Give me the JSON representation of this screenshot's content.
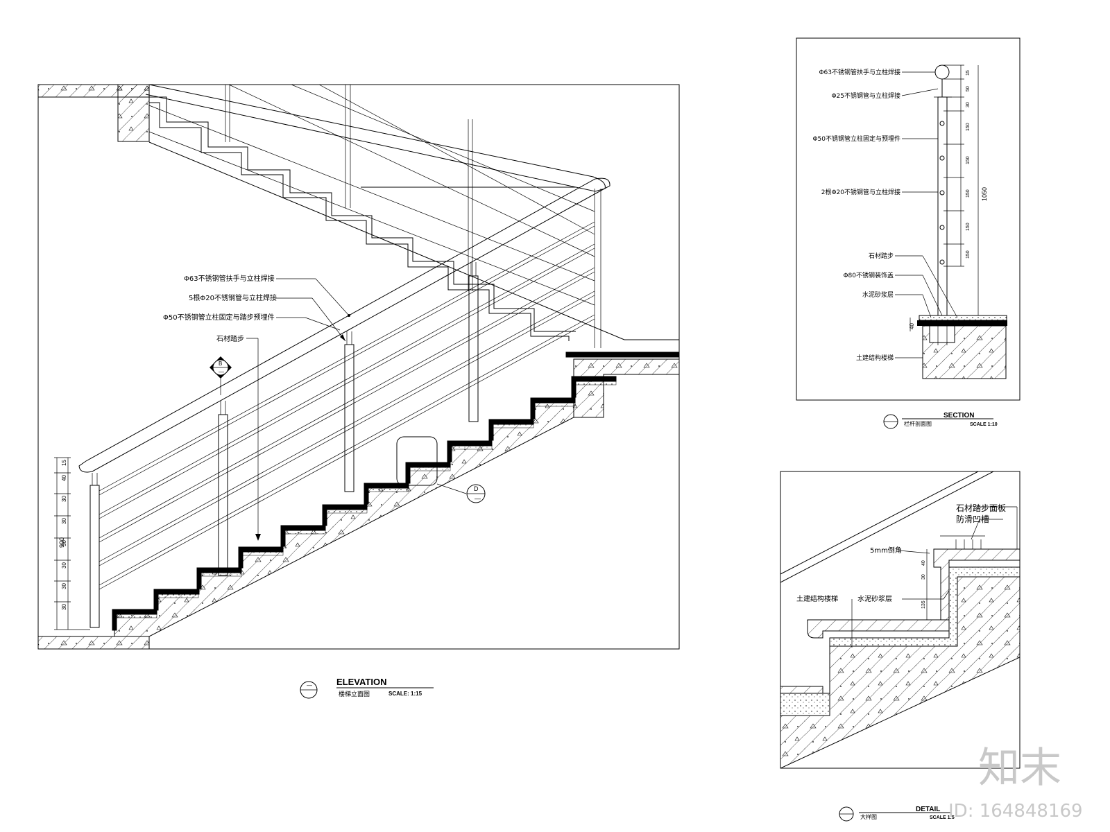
{
  "elevation": {
    "title": "ELEVATION",
    "subtitle": "楼梯立面图",
    "scale": "SCALE: 1:15",
    "marker_number": "—",
    "labels": {
      "handrail_top": "Φ63不锈钢管扶手与立柱焊接",
      "rail_bars": "5根Φ20不锈钢管与立柱焊接",
      "post": "Φ50不锈钢管立柱固定与踏步预埋件",
      "stone_step": "石材踏步"
    },
    "section_callout": "B",
    "detail_callout": "D",
    "height_dims": [
      "15",
      "40",
      "30",
      "30",
      "30",
      "30",
      "30",
      "30"
    ],
    "total_height": "900"
  },
  "section": {
    "title": "SECTION",
    "subtitle": "栏杆剖面图",
    "scale": "SCALE 1:10",
    "labels": {
      "handrail": "Φ63不锈钢管扶手与立柱焊接",
      "connector": "Φ25不锈钢管与立柱焊接",
      "post": "Φ50不锈钢管立柱固定与预埋件",
      "bars": "2根Φ20不锈钢管与立柱焊接",
      "stone": "石材踏步",
      "cover": "Φ80不锈钢装饰盖",
      "mortar": "水泥砂浆层",
      "structure": "土建结构楼梯"
    },
    "dims": [
      "15",
      "50",
      "30",
      "150",
      "150",
      "150",
      "150",
      "150"
    ],
    "total": "1050",
    "base_dim": "40"
  },
  "detail": {
    "title": "DETAIL",
    "subtitle": "大样图",
    "scale": "SCALE 1:5",
    "labels": {
      "stone_face": "石材踏步面板",
      "anti_slip": "防滑凹槽",
      "chamfer": "5mm倒角",
      "structure": "土建结构楼梯",
      "mortar": "水泥砂浆层"
    },
    "dims": [
      "40",
      "30",
      "135"
    ]
  },
  "watermark": {
    "logo": "知末",
    "id": "ID: 164848169"
  }
}
